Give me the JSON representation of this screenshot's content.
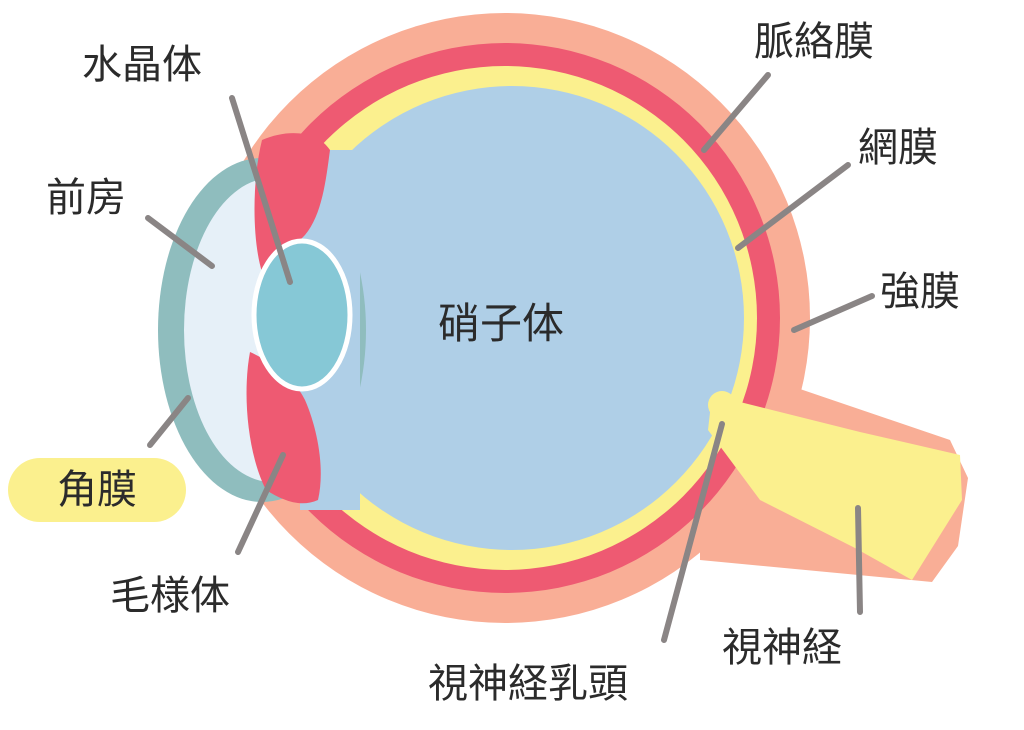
{
  "labels": {
    "lens": "水晶体",
    "anterior_chamber": "前房",
    "cornea": "角膜",
    "ciliary_body": "毛様体",
    "vitreous": "硝子体",
    "choroid": "脈絡膜",
    "retina": "網膜",
    "sclera": "強膜",
    "optic_nerve": "視神経",
    "optic_disc": "視神経乳頭"
  },
  "highlighted_label": "cornea",
  "colors": {
    "sclera": "#f9ae96",
    "choroid": "#ee5a72",
    "retina": "#fbf08e",
    "vitreous": "#afcfe7",
    "cornea": "#8fbdbe",
    "anterior_chamber": "#e6f0f8",
    "lens": "#86c8d6",
    "optic_nerve": "#fbf08e",
    "leader_line": "#8a8585",
    "badge": "#fbf08e"
  }
}
